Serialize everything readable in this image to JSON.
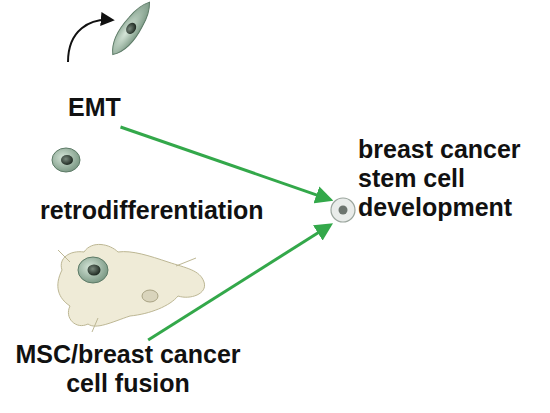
{
  "diagram": {
    "nodes": [
      {
        "text": [
          "EMT"
        ]
      },
      {
        "text": [
          "breast cancer stem cell development"
        ]
      },
      {
        "text": [
          "MSC/breast cancer cell fusion"
        ]
      }
    ],
    "edges": [
      {
        "from": 0,
        "to": 1,
        "arrow": "to"
      },
      {
        "from": 2,
        "to": 1,
        "arrow": "to"
      }
    ],
    "labels": [
      "retrodifferentiation"
    ]
  }
}
